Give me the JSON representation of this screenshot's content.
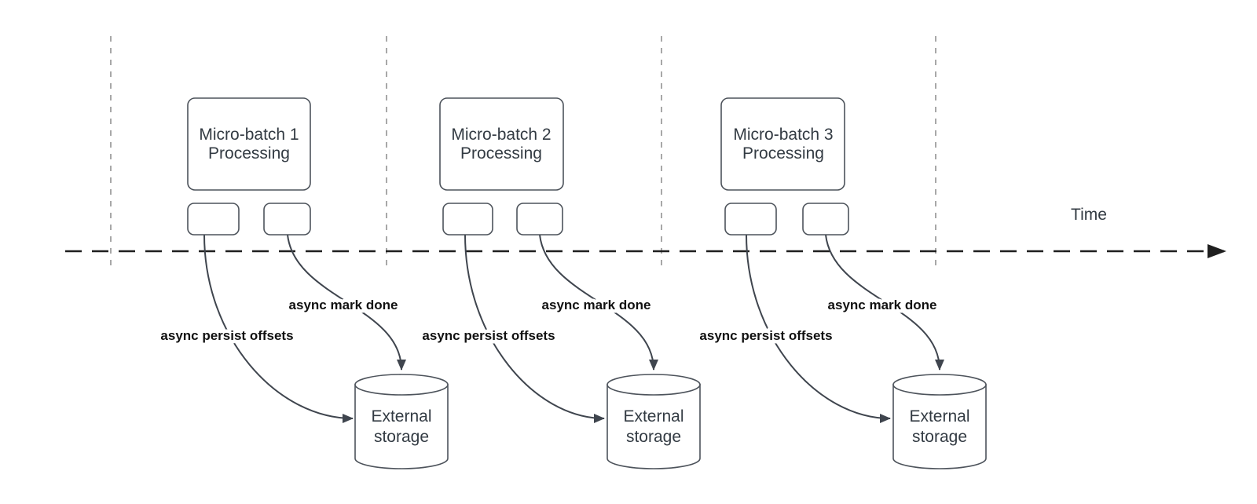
{
  "colors": {
    "canvas-bg": "#ffffff",
    "shape-stroke": "#4d535b",
    "shape-fill": "#ffffff",
    "curve-stroke": "#3f454e",
    "timeline-stroke": "#1f1f1f",
    "guide-stroke": "#a8a8a8",
    "title-text": "#333b43",
    "label-text": "#111111"
  },
  "time_axis": {
    "label": "Time"
  },
  "batches": [
    {
      "title_line1": "Micro-batch 1",
      "title_line2": "Processing",
      "persist_label": "async persist offsets",
      "mark_done_label": "async mark done",
      "storage": {
        "line1": "External",
        "line2": "storage"
      }
    },
    {
      "title_line1": "Micro-batch 2",
      "title_line2": "Processing",
      "persist_label": "async persist offsets",
      "mark_done_label": "async mark done",
      "storage": {
        "line1": "External",
        "line2": "storage"
      }
    },
    {
      "title_line1": "Micro-batch 3",
      "title_line2": "Processing",
      "persist_label": "async persist offsets",
      "mark_done_label": "async mark done",
      "storage": {
        "line1": "External",
        "line2": "storage"
      }
    }
  ]
}
